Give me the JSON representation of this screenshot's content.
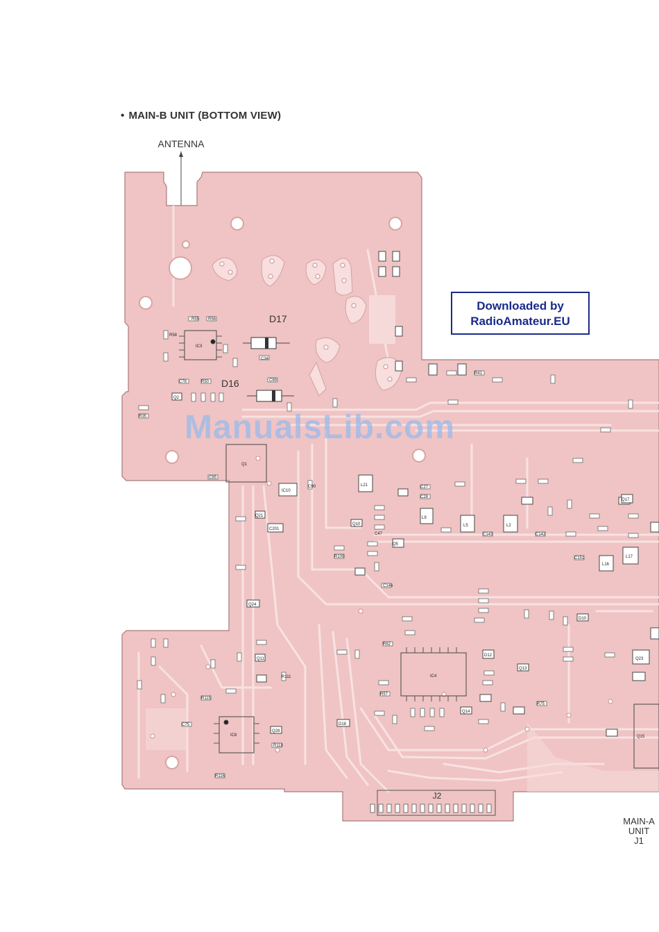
{
  "title": "MAIN-B UNIT (BOTTOM VIEW)",
  "antenna_label": "ANTENNA",
  "download_badge": {
    "line1": "Downloaded by",
    "line2": "RadioAmateur.EU",
    "color": "#1a2a8a"
  },
  "watermark": "ManualsLib.com",
  "board": {
    "fill_color": "#f0c4c4",
    "outline_color": "#a87a7a",
    "trace_color": "#f8e2e2",
    "pad_color": "#ffffff"
  },
  "large_labels": {
    "d17": "D17",
    "d16": "D16",
    "j2": "J2"
  },
  "connector_note": {
    "line1": "MAIN-A",
    "line2": "UNIT",
    "line3": "J1"
  },
  "component_labels": [
    "R55",
    "R56",
    "R58",
    "C34",
    "IC3",
    "C78",
    "R50",
    "Q2",
    "R35",
    "C89",
    "Q1",
    "C85",
    "IC10",
    "C90",
    "Q21",
    "C201",
    "Q24",
    "R111",
    "Q11",
    "R115",
    "C75",
    "IC8",
    "Q28",
    "R113",
    "R116",
    "L21",
    "Q10",
    "R109",
    "C47",
    "Q5",
    "C146",
    "L9",
    "L5",
    "L2",
    "C143",
    "C142",
    "C151",
    "L16",
    "L17",
    "Q17",
    "R62",
    "IC4",
    "D12",
    "Q13",
    "R75",
    "R57",
    "D18",
    "Q14",
    "Q23",
    "D10",
    "Q15",
    "R41",
    "C27",
    "C28"
  ]
}
